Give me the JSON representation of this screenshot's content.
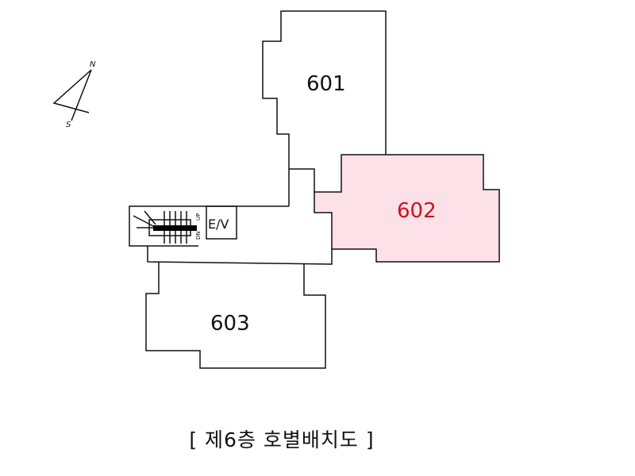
{
  "units": [
    {
      "id": "601",
      "label": "601",
      "highlighted": false
    },
    {
      "id": "602",
      "label": "602",
      "highlighted": true
    },
    {
      "id": "603",
      "label": "603",
      "highlighted": false
    }
  ],
  "core": {
    "elevator_label": "E/V",
    "stair_labels": [
      "UP",
      "DN"
    ]
  },
  "compass": {
    "north": "N",
    "south": "S"
  },
  "title": "[ 제6층 호별배치도 ]",
  "colors": {
    "highlight_fill": "#fde1e8",
    "highlight_text": "#d0101e",
    "line": "#111111"
  }
}
